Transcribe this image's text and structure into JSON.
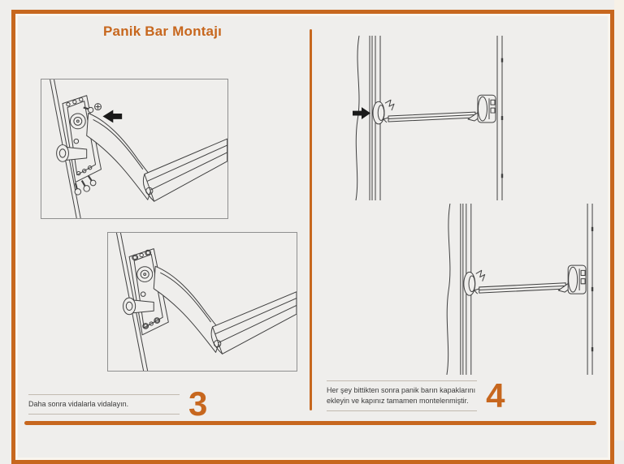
{
  "page": {
    "title": "Panik Bar Montajı"
  },
  "colors": {
    "accent_orange": "#c7671e",
    "background": "#efeeec",
    "caption_text": "#3b3b3b",
    "drawing_stroke": "#404040"
  },
  "steps": [
    {
      "number": "3",
      "caption": "Daha sonra vidalarla vidalayın."
    },
    {
      "number": "4",
      "caption_line1": "Her şey bittikten sonra panik barın kapaklarını",
      "caption_line2": "ekleyin ve kapınız tamamen montelenmiştir."
    }
  ],
  "icons": {
    "step3_arrow": "left-arrow-icon",
    "step4_arrow": "right-arrow-icon"
  }
}
